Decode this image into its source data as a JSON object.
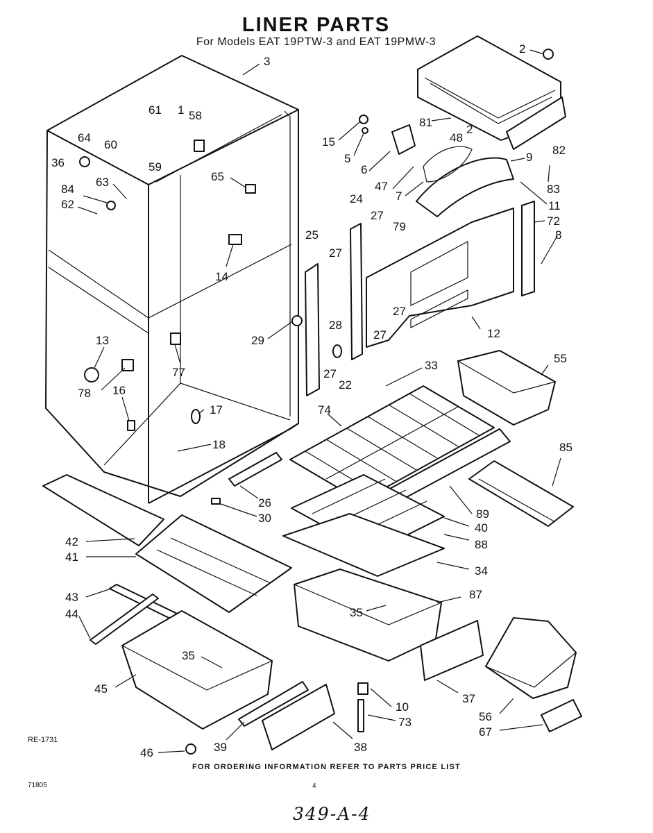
{
  "header": {
    "title": "LINER PARTS",
    "subtitle": "For Models EAT 19PTW-3 and EAT 19PMW-3"
  },
  "footer": {
    "ordering_note": "FOR ORDERING INFORMATION REFER TO PARTS PRICE LIST",
    "reference": "RE-1731",
    "code": "71805",
    "page_number": "4",
    "handwritten_note": "349-A-4"
  },
  "callouts": [
    "2",
    "3",
    "1",
    "61",
    "58",
    "81",
    "15",
    "5",
    "2",
    "48",
    "82",
    "64",
    "60",
    "36",
    "59",
    "6",
    "9",
    "47",
    "7",
    "83",
    "65",
    "63",
    "84",
    "62",
    "11",
    "24",
    "27",
    "72",
    "79",
    "25",
    "8",
    "27",
    "14",
    "28",
    "27",
    "12",
    "29",
    "27",
    "13",
    "27",
    "22",
    "33",
    "55",
    "77",
    "78",
    "16",
    "17",
    "74",
    "18",
    "85",
    "26",
    "89",
    "30",
    "40",
    "42",
    "88",
    "41",
    "34",
    "43",
    "87",
    "44",
    "35",
    "35",
    "45",
    "37",
    "10",
    "56",
    "73",
    "67",
    "39",
    "38",
    "46"
  ]
}
